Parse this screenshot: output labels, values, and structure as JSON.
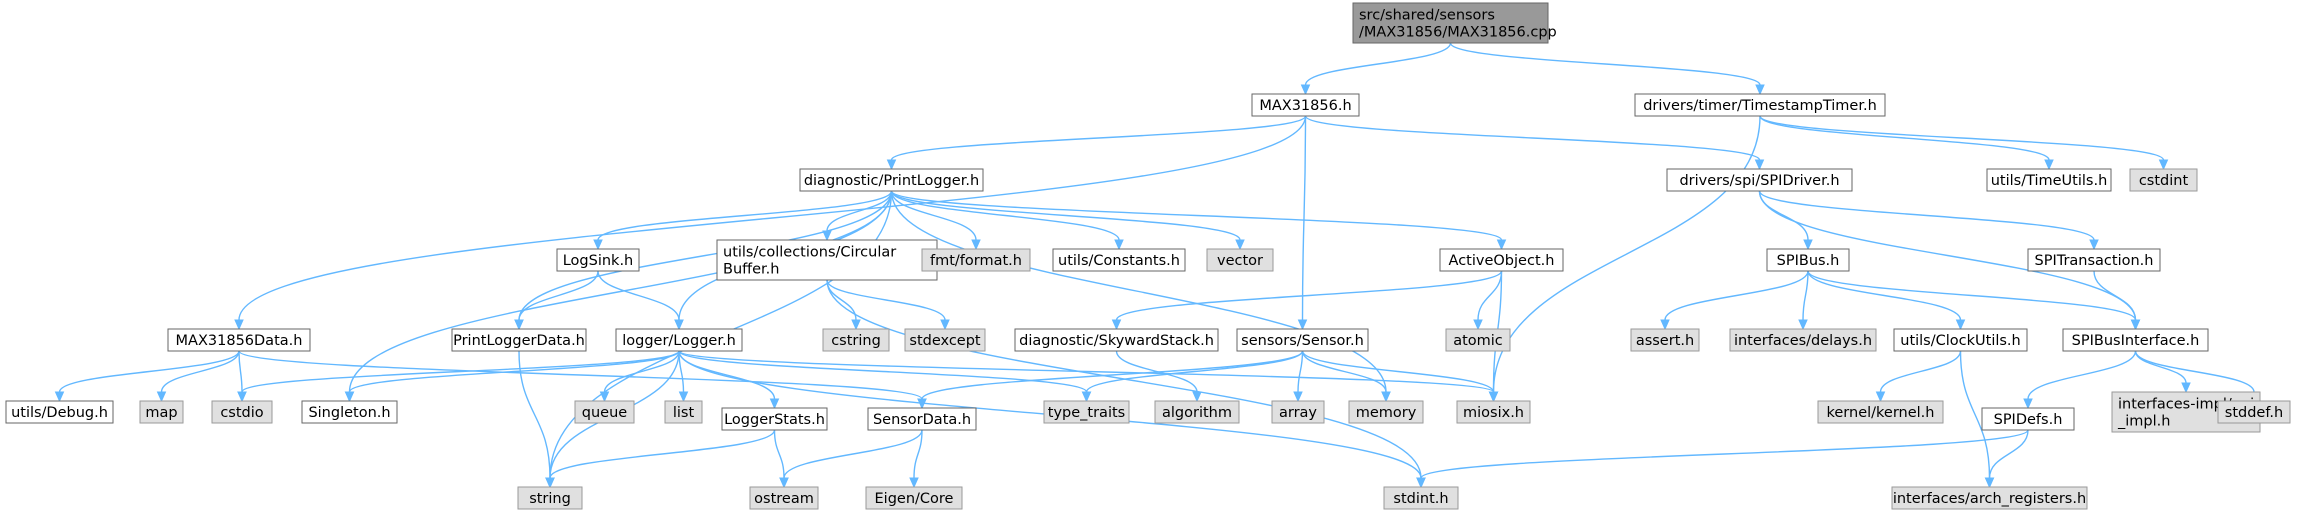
{
  "colors": {
    "root_fill": "#999999",
    "root_border": "#666666",
    "project_fill": "#ffffff",
    "project_border": "#666666",
    "system_fill": "#e0e0e0",
    "system_border": "#999999",
    "edge": "#63b8ff",
    "background": "#ffffff"
  },
  "graph": {
    "nodes": [
      {
        "id": "root",
        "kind": "root",
        "lines": [
          "src/shared/sensors",
          "/MAX31856/MAX31856.cpp"
        ]
      },
      {
        "id": "max31856_h",
        "kind": "project",
        "lines": [
          "MAX31856.h"
        ]
      },
      {
        "id": "timestamptimer",
        "kind": "project",
        "lines": [
          "drivers/timer/TimestampTimer.h"
        ]
      },
      {
        "id": "printlogger",
        "kind": "project",
        "lines": [
          "diagnostic/PrintLogger.h"
        ]
      },
      {
        "id": "spidriver",
        "kind": "project",
        "lines": [
          "drivers/spi/SPIDriver.h"
        ]
      },
      {
        "id": "timeutils",
        "kind": "project",
        "lines": [
          "utils/TimeUtils.h"
        ]
      },
      {
        "id": "cstdint",
        "kind": "system",
        "lines": [
          "cstdint"
        ]
      },
      {
        "id": "logsink",
        "kind": "project",
        "lines": [
          "LogSink.h"
        ]
      },
      {
        "id": "circularbuffer",
        "kind": "project",
        "lines": [
          "utils/collections/Circular",
          "Buffer.h"
        ]
      },
      {
        "id": "fmtformat",
        "kind": "system",
        "lines": [
          "fmt/format.h"
        ]
      },
      {
        "id": "constants",
        "kind": "project",
        "lines": [
          "utils/Constants.h"
        ]
      },
      {
        "id": "vector",
        "kind": "system",
        "lines": [
          "vector"
        ]
      },
      {
        "id": "activeobject",
        "kind": "project",
        "lines": [
          "ActiveObject.h"
        ]
      },
      {
        "id": "spibus",
        "kind": "project",
        "lines": [
          "SPIBus.h"
        ]
      },
      {
        "id": "spitransaction",
        "kind": "project",
        "lines": [
          "SPITransaction.h"
        ]
      },
      {
        "id": "max31856data",
        "kind": "project",
        "lines": [
          "MAX31856Data.h"
        ]
      },
      {
        "id": "printloggerdata",
        "kind": "project",
        "lines": [
          "PrintLoggerData.h"
        ]
      },
      {
        "id": "logger",
        "kind": "project",
        "lines": [
          "logger/Logger.h"
        ]
      },
      {
        "id": "cstring",
        "kind": "system",
        "lines": [
          "cstring"
        ]
      },
      {
        "id": "stdexcept",
        "kind": "system",
        "lines": [
          "stdexcept"
        ]
      },
      {
        "id": "skywardstack",
        "kind": "project",
        "lines": [
          "diagnostic/SkywardStack.h"
        ]
      },
      {
        "id": "sensor",
        "kind": "project",
        "lines": [
          "sensors/Sensor.h"
        ]
      },
      {
        "id": "atomic",
        "kind": "system",
        "lines": [
          "atomic"
        ]
      },
      {
        "id": "asserth",
        "kind": "system",
        "lines": [
          "assert.h"
        ]
      },
      {
        "id": "delays",
        "kind": "system",
        "lines": [
          "interfaces/delays.h"
        ]
      },
      {
        "id": "clockutils",
        "kind": "project",
        "lines": [
          "utils/ClockUtils.h"
        ]
      },
      {
        "id": "spibusinterface",
        "kind": "project",
        "lines": [
          "SPIBusInterface.h"
        ]
      },
      {
        "id": "debug",
        "kind": "project",
        "lines": [
          "utils/Debug.h"
        ]
      },
      {
        "id": "map",
        "kind": "system",
        "lines": [
          "map"
        ]
      },
      {
        "id": "cstdio",
        "kind": "system",
        "lines": [
          "cstdio"
        ]
      },
      {
        "id": "singleton",
        "kind": "project",
        "lines": [
          "Singleton.h"
        ]
      },
      {
        "id": "queue",
        "kind": "system",
        "lines": [
          "queue"
        ]
      },
      {
        "id": "list",
        "kind": "system",
        "lines": [
          "list"
        ]
      },
      {
        "id": "loggerstats",
        "kind": "project",
        "lines": [
          "LoggerStats.h"
        ]
      },
      {
        "id": "sensordata",
        "kind": "project",
        "lines": [
          "SensorData.h"
        ]
      },
      {
        "id": "typetraits",
        "kind": "system",
        "lines": [
          "type_traits"
        ]
      },
      {
        "id": "algorithm",
        "kind": "system",
        "lines": [
          "algorithm"
        ]
      },
      {
        "id": "array",
        "kind": "system",
        "lines": [
          "array"
        ]
      },
      {
        "id": "memory",
        "kind": "system",
        "lines": [
          "memory"
        ]
      },
      {
        "id": "miosix",
        "kind": "system",
        "lines": [
          "miosix.h"
        ]
      },
      {
        "id": "kernel",
        "kind": "system",
        "lines": [
          "kernel/kernel.h"
        ]
      },
      {
        "id": "spidefs",
        "kind": "project",
        "lines": [
          "SPIDefs.h"
        ]
      },
      {
        "id": "gpioimpl",
        "kind": "system",
        "lines": [
          "interfaces-impl/gpio",
          "_impl.h"
        ]
      },
      {
        "id": "stddef",
        "kind": "system",
        "lines": [
          "stddef.h"
        ]
      },
      {
        "id": "string",
        "kind": "system",
        "lines": [
          "string"
        ]
      },
      {
        "id": "ostream",
        "kind": "system",
        "lines": [
          "ostream"
        ]
      },
      {
        "id": "eigencore",
        "kind": "system",
        "lines": [
          "Eigen/Core"
        ]
      },
      {
        "id": "stdint",
        "kind": "system",
        "lines": [
          "stdint.h"
        ]
      },
      {
        "id": "archregisters",
        "kind": "system",
        "lines": [
          "interfaces/arch_registers.h"
        ]
      }
    ],
    "edges": [
      [
        "root",
        "max31856_h"
      ],
      [
        "root",
        "timestamptimer"
      ],
      [
        "max31856_h",
        "printlogger"
      ],
      [
        "max31856_h",
        "spidriver"
      ],
      [
        "max31856_h",
        "max31856data"
      ],
      [
        "max31856_h",
        "sensor"
      ],
      [
        "timestamptimer",
        "timeutils"
      ],
      [
        "timestamptimer",
        "cstdint"
      ],
      [
        "timestamptimer",
        "miosix"
      ],
      [
        "printlogger",
        "logsink"
      ],
      [
        "printlogger",
        "circularbuffer"
      ],
      [
        "printlogger",
        "fmtformat"
      ],
      [
        "printlogger",
        "constants"
      ],
      [
        "printlogger",
        "vector"
      ],
      [
        "printlogger",
        "activeobject"
      ],
      [
        "printlogger",
        "printloggerdata"
      ],
      [
        "printlogger",
        "logger"
      ],
      [
        "printlogger",
        "singleton"
      ],
      [
        "printlogger",
        "string"
      ],
      [
        "printlogger",
        "memory"
      ],
      [
        "spidriver",
        "spibus"
      ],
      [
        "spidriver",
        "spitransaction"
      ],
      [
        "spidriver",
        "spibusinterface"
      ],
      [
        "logsink",
        "printloggerdata"
      ],
      [
        "logsink",
        "logger"
      ],
      [
        "circularbuffer",
        "cstring"
      ],
      [
        "circularbuffer",
        "stdexcept"
      ],
      [
        "circularbuffer",
        "stdint"
      ],
      [
        "activeobject",
        "skywardstack"
      ],
      [
        "activeobject",
        "atomic"
      ],
      [
        "activeobject",
        "miosix"
      ],
      [
        "spibus",
        "asserth"
      ],
      [
        "spibus",
        "delays"
      ],
      [
        "spibus",
        "clockutils"
      ],
      [
        "spibus",
        "spibusinterface"
      ],
      [
        "spitransaction",
        "spibusinterface"
      ],
      [
        "max31856data",
        "debug"
      ],
      [
        "max31856data",
        "map"
      ],
      [
        "max31856data",
        "cstdio"
      ],
      [
        "max31856data",
        "sensordata"
      ],
      [
        "printloggerdata",
        "string"
      ],
      [
        "logger",
        "cstdio"
      ],
      [
        "logger",
        "singleton"
      ],
      [
        "logger",
        "queue"
      ],
      [
        "logger",
        "list"
      ],
      [
        "logger",
        "loggerstats"
      ],
      [
        "logger",
        "typetraits"
      ],
      [
        "logger",
        "string"
      ],
      [
        "logger",
        "miosix"
      ],
      [
        "logger",
        "stdint"
      ],
      [
        "skywardstack",
        "algorithm"
      ],
      [
        "sensor",
        "sensordata"
      ],
      [
        "sensor",
        "typetraits"
      ],
      [
        "sensor",
        "array"
      ],
      [
        "sensor",
        "memory"
      ],
      [
        "sensor",
        "miosix"
      ],
      [
        "clockutils",
        "kernel"
      ],
      [
        "clockutils",
        "archregisters"
      ],
      [
        "spibusinterface",
        "spidefs"
      ],
      [
        "spibusinterface",
        "gpioimpl"
      ],
      [
        "spibusinterface",
        "stddef"
      ],
      [
        "loggerstats",
        "string"
      ],
      [
        "loggerstats",
        "ostream"
      ],
      [
        "sensordata",
        "ostream"
      ],
      [
        "sensordata",
        "eigencore"
      ],
      [
        "spidefs",
        "stdint"
      ],
      [
        "spidefs",
        "archregisters"
      ]
    ]
  }
}
